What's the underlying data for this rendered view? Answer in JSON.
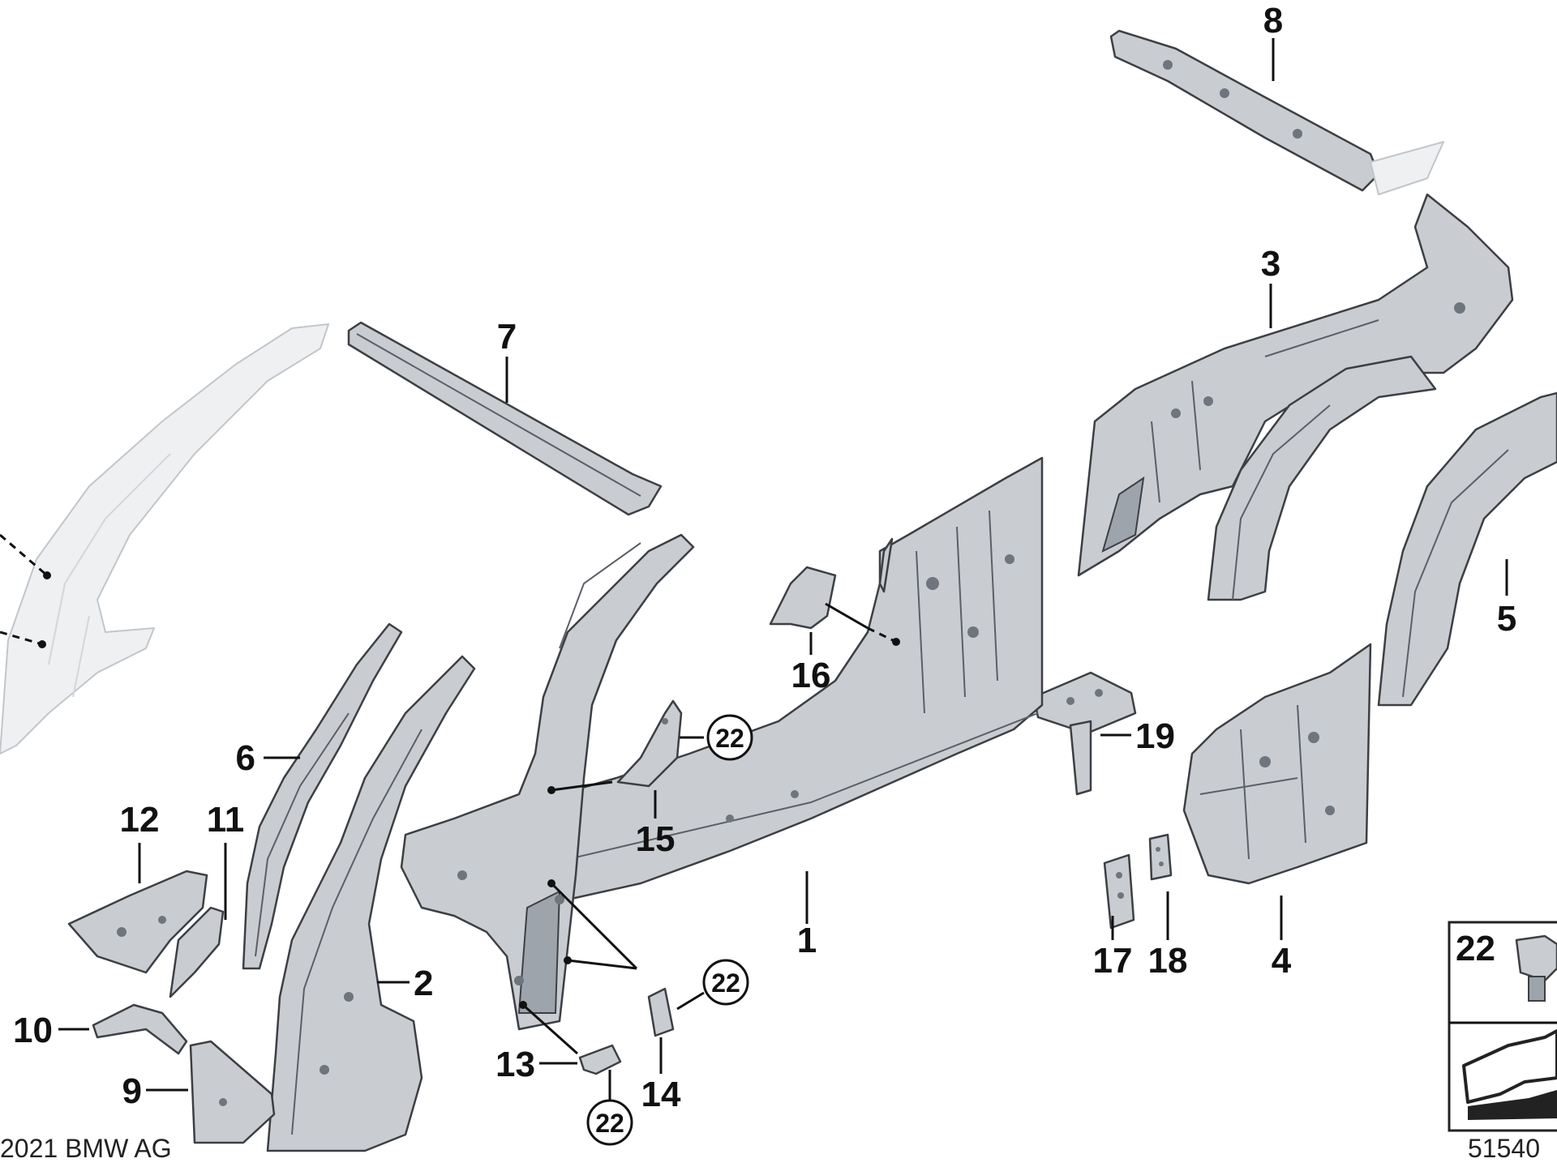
{
  "diagram": {
    "callouts": [
      "1",
      "2",
      "3",
      "4",
      "5",
      "6",
      "7",
      "8",
      "9",
      "10",
      "11",
      "12",
      "13",
      "14",
      "15",
      "16",
      "17",
      "18",
      "19"
    ],
    "fastener_ref": "22",
    "copyright": "2021 BMW AG",
    "image_number": "51540",
    "legend_ref": "22"
  }
}
